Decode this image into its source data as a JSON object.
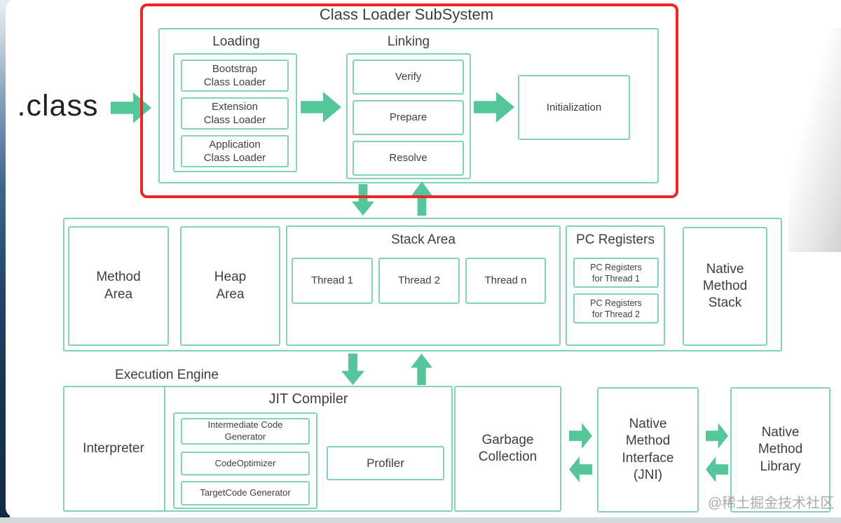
{
  "colors": {
    "border_green": "#82d4b4",
    "arrow_green": "#55c69a",
    "red": "#ee2524",
    "text": "#3c4043",
    "watermark_gray": "#969696"
  },
  "class_file_label": ".class",
  "watermark": "@稀土掘金技术社区",
  "class_loader_subsystem": {
    "title": "Class Loader SubSystem",
    "loading": {
      "title": "Loading",
      "items": [
        "Bootstrap\nClass Loader",
        "Extension\nClass Loader",
        "Application\nClass Loader"
      ]
    },
    "linking": {
      "title": "Linking",
      "items": [
        "Verify",
        "Prepare",
        "Resolve"
      ]
    },
    "initialization_label": "Initialization"
  },
  "runtime_data_areas": {
    "method_area_label": "Method\nArea",
    "heap_area_label": "Heap\nArea",
    "stack_area": {
      "title": "Stack Area",
      "threads": [
        "Thread 1",
        "Thread 2",
        "Thread n"
      ]
    },
    "pc_registers": {
      "title": "PC Registers",
      "items": [
        "PC Registers\nfor Thread 1",
        "PC Registers\nfor Thread 2"
      ]
    },
    "native_method_stack_label": "Native\nMethod\nStack"
  },
  "execution_engine": {
    "title": "Execution Engine",
    "interpreter_label": "Interpreter",
    "jit_compiler": {
      "title": "JIT Compiler",
      "items": [
        "Intermediate Code\nGenerator",
        "CodeOptimizer",
        "TargetCode Generator"
      ]
    },
    "profiler_label": "Profiler"
  },
  "garbage_collection_label": "Garbage\nCollection",
  "native_method_interface_label": "Native\nMethod\nInterface\n(JNI)",
  "native_method_library_label": "Native\nMethod\nLibrary"
}
